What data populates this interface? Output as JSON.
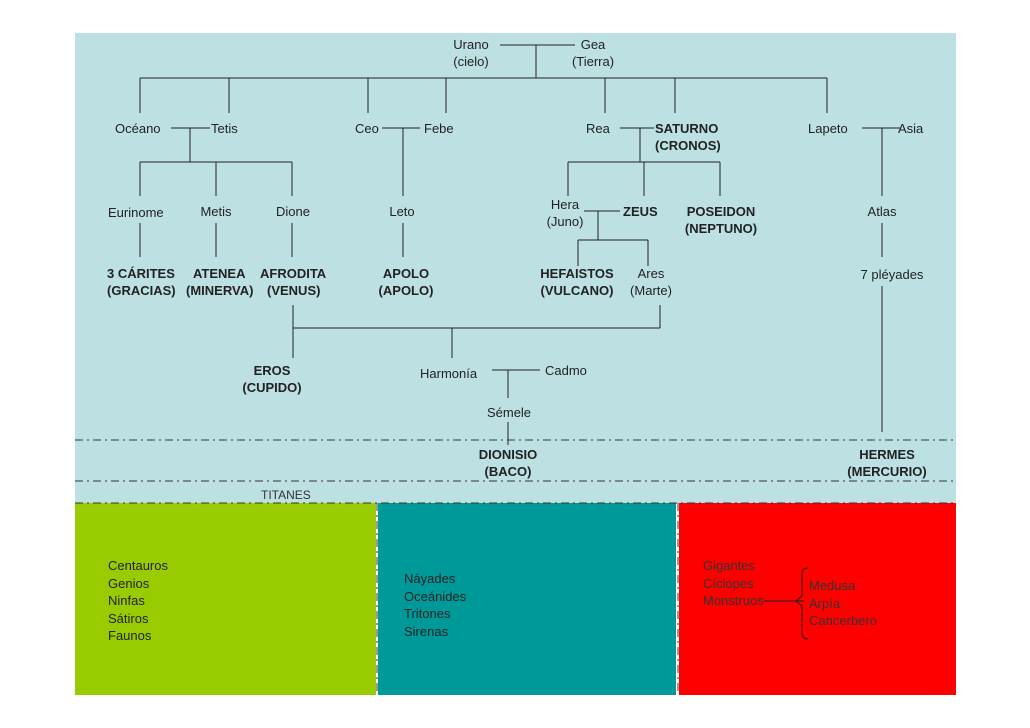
{
  "parents": {
    "urano": [
      "Urano",
      "(cielo)"
    ],
    "gea": [
      "Gea",
      "(Tierra)"
    ]
  },
  "titans": {
    "oceano": "Océano",
    "tetis": "Tetis",
    "ceo": "Ceo",
    "febe": "Febe",
    "rea": "Rea",
    "saturno": [
      "SATURNO",
      "(CRONOS)"
    ],
    "lapeto": "Lapeto",
    "asia": "Asia"
  },
  "gen3": {
    "eurinome": "Eurinome",
    "metis": "Metis",
    "dione": "Dione",
    "leto": "Leto",
    "hera": [
      "Hera",
      "(Juno)"
    ],
    "zeus": "ZEUS",
    "poseidon": [
      "POSEIDON",
      "(NEPTUNO)"
    ],
    "atlas": "Atlas"
  },
  "gen4": {
    "carites": [
      "3 CÁRITES",
      "(GRACIAS)"
    ],
    "atenea": [
      "ATENEA",
      "(MINERVA)"
    ],
    "afrodita": [
      "AFRODITA",
      "(VENUS)"
    ],
    "apolo": [
      "APOLO",
      "(APOLO)"
    ],
    "hefaistos": [
      "HEFAISTOS",
      "(VULCANO)"
    ],
    "ares": [
      "Ares",
      "(Marte)"
    ],
    "pleyades": "7 pléyades"
  },
  "gen5": {
    "eros": [
      "EROS",
      "(CUPIDO)"
    ],
    "harmonia": "Harmonía",
    "cadmo": "Cadmo",
    "semele": "Sémele"
  },
  "gen6": {
    "dionisio": [
      "DIONISIO",
      "(BACO)"
    ],
    "hermes": [
      "HERMES",
      "(MERCURIO)"
    ]
  },
  "titanes_label": "TITANES",
  "panels": [
    {
      "color": "#99cc00",
      "items": [
        "Centauros",
        "Genios",
        "Ninfas",
        "Sátiros",
        "Faunos"
      ]
    },
    {
      "color": "#009999",
      "items": [
        "Náyades",
        "Oceánides",
        "Tritones",
        "Sirenas"
      ]
    },
    {
      "color": "#ff0000",
      "items": [
        "Gigantes",
        "Cíclopes",
        "Monstruos"
      ],
      "sub_items": [
        "Medusa",
        "Arpía",
        "Cancerbero"
      ]
    }
  ]
}
